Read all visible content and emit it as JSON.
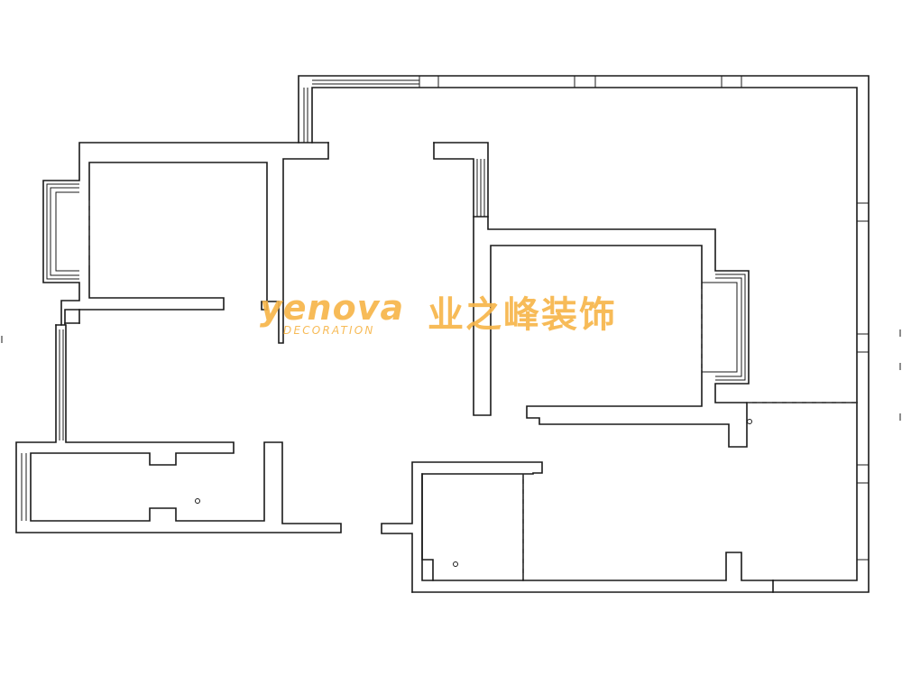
{
  "watermark": {
    "brand_latin": "yenova",
    "brand_sub": "DECORATION",
    "brand_cn": "业之峰装饰",
    "color": "#f7b64a"
  },
  "plan": {
    "line_color": "#1a1a1a",
    "background": "#ffffff"
  }
}
